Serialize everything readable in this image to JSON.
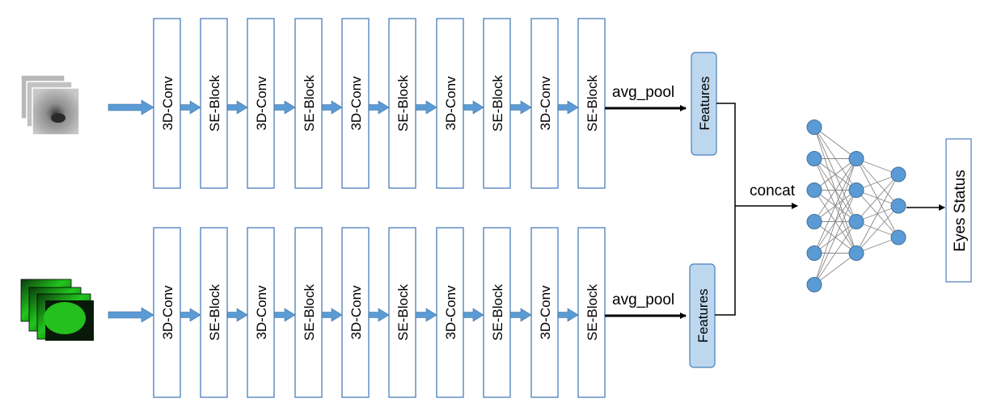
{
  "streams": [
    {
      "input_icon": "grayscale-eye-frame-stack",
      "blocks": [
        "3D-Conv",
        "SE-Block",
        "3D-Conv",
        "SE-Block",
        "3D-Conv",
        "SE-Block",
        "3D-Conv",
        "SE-Block",
        "3D-Conv",
        "SE-Block"
      ],
      "pool_label": "avg_pool",
      "features_label": "Features"
    },
    {
      "input_icon": "green-frame-stack",
      "blocks": [
        "3D-Conv",
        "SE-Block",
        "3D-Conv",
        "SE-Block",
        "3D-Conv",
        "SE-Block",
        "3D-Conv",
        "SE-Block",
        "3D-Conv",
        "SE-Block"
      ],
      "pool_label": "avg_pool",
      "features_label": "Features"
    }
  ],
  "merge_label": "concat",
  "network": {
    "layers": [
      6,
      4,
      3
    ],
    "icon": "neural-network-icon"
  },
  "output_label": "Eyes Status",
  "colors": {
    "block_border": "#4a7ebb",
    "arrow_fill": "#5b9bd5",
    "features_fill": "#bdd7ee",
    "node_fill": "#5b9bd5",
    "edge_stroke": "#888888",
    "green_frame": "#22c51e"
  }
}
